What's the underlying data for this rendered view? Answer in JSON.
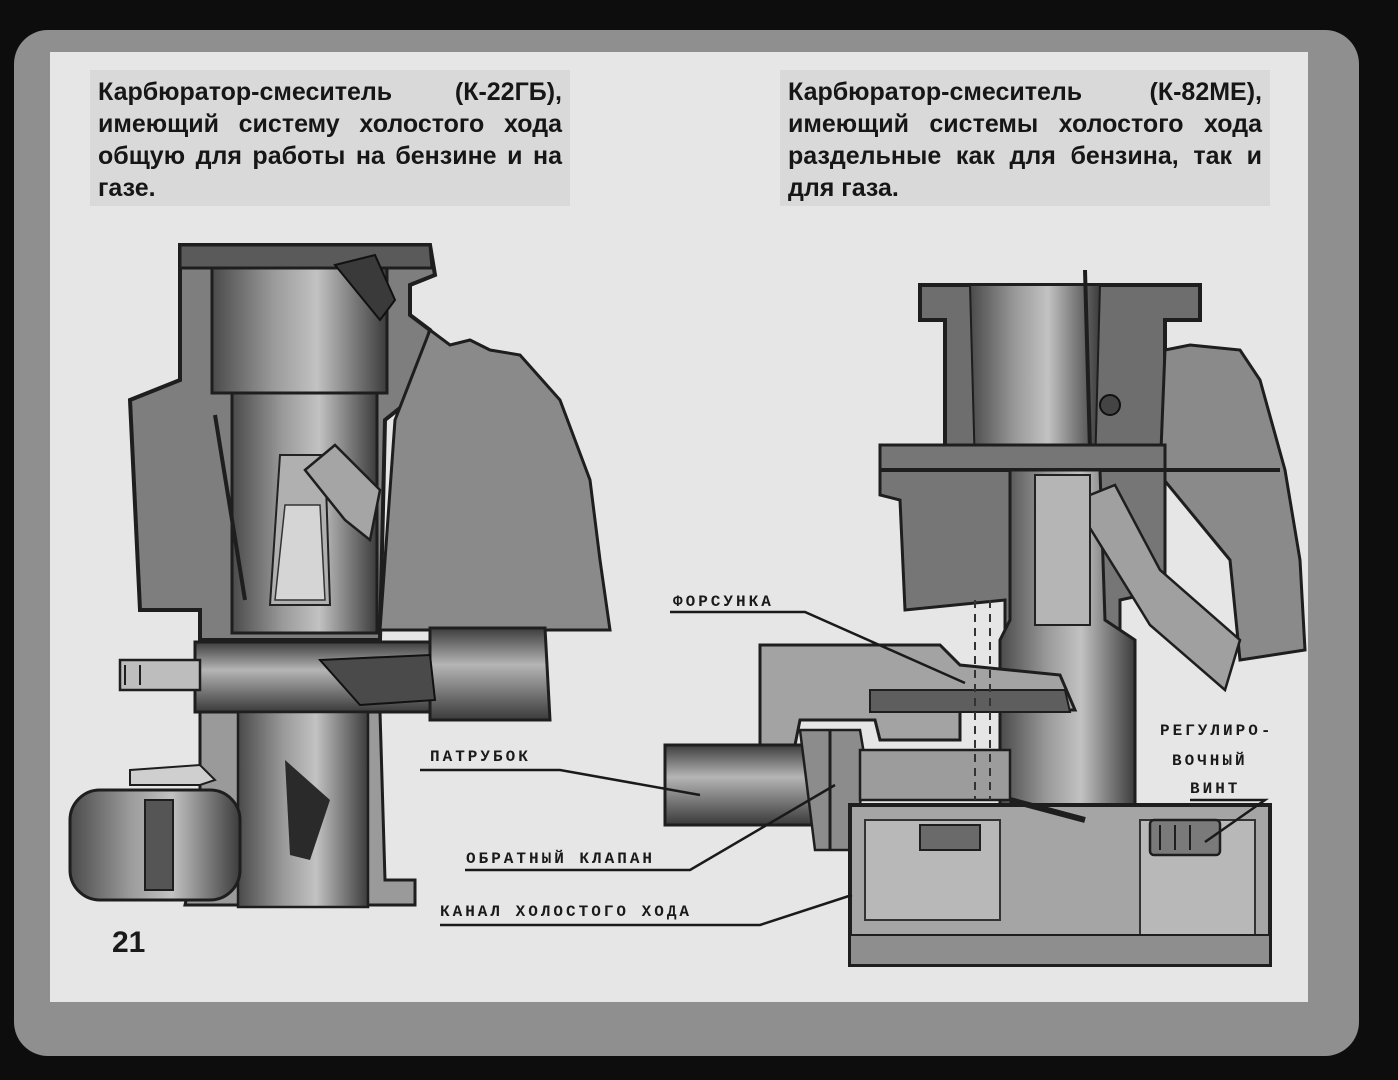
{
  "captions": {
    "left": "Карбюратор-смеситель (К-22ГБ), имеющий систему холостого хода общую для работы на бензине и на газе.",
    "right": "Карбюратор-смеситель (К-82МЕ), имеющий системы холостого хода раздельные как для бензина, так и для газа."
  },
  "labels": {
    "nozzle": "ФОРСУНКА",
    "pipe": "ПАТРУБОК",
    "check_valve": "ОБРАТНЫЙ КЛАПАН",
    "idle_channel": "КАНАЛ ХОЛОСТОГО ХОДА",
    "adjusting_screw_line1": "РЕГУЛИРО-",
    "adjusting_screw_line2": "ВОЧНЫЙ",
    "adjusting_screw_line3": "ВИНТ"
  },
  "page_number": "21"
}
